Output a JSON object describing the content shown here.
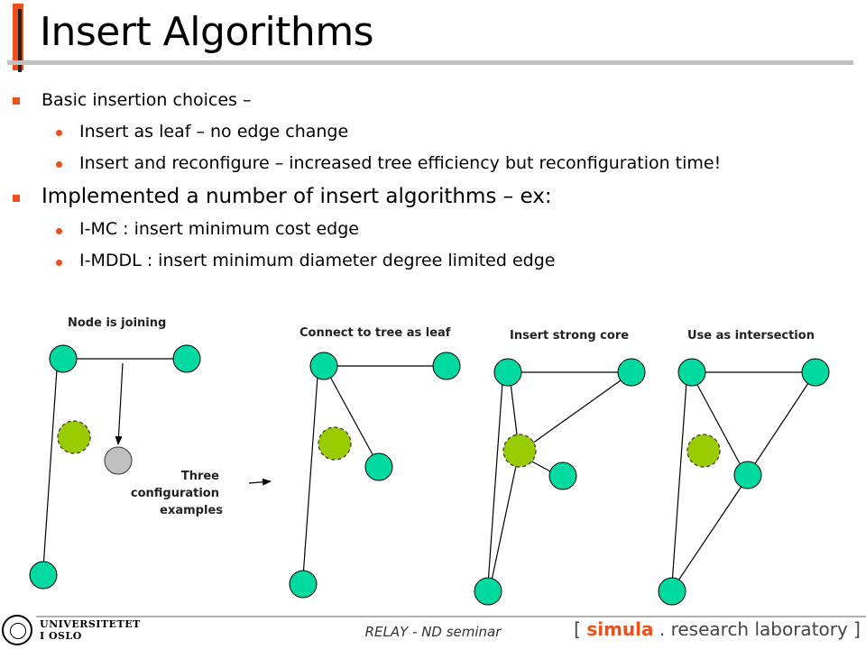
{
  "slide": {
    "title": "Insert Algorithms",
    "bullets": {
      "basic": "Basic insertion choices –",
      "basic_sub1": "Insert as leaf – no edge change",
      "basic_sub2": "Insert and reconfigure – increased tree efficiency but reconfiguration time!",
      "impl": "Implemented a number of insert algorithms – ex:",
      "impl_sub1": "I-MC : insert minimum cost edge",
      "impl_sub2": "I-MDDL : insert minimum diameter degree limited edge"
    }
  },
  "diagram": {
    "labels": {
      "joining": "Node is joining",
      "leaf": "Connect to tree as leaf",
      "core": "Insert strong core",
      "intersection": "Use as intersection",
      "three_1": "Three",
      "three_2": "configuration",
      "three_3": "examples"
    },
    "colors": {
      "node": "#00d9a0",
      "core": "#99cc00",
      "joining": "#c0c0c0"
    }
  },
  "footer": {
    "center": "RELAY - ND seminar",
    "uio_line1": "UNIVERSITETET",
    "uio_line2": "I OSLO",
    "simula_open": "[ ",
    "simula_brand": "simula",
    "simula_rest": " . research laboratory ]"
  }
}
